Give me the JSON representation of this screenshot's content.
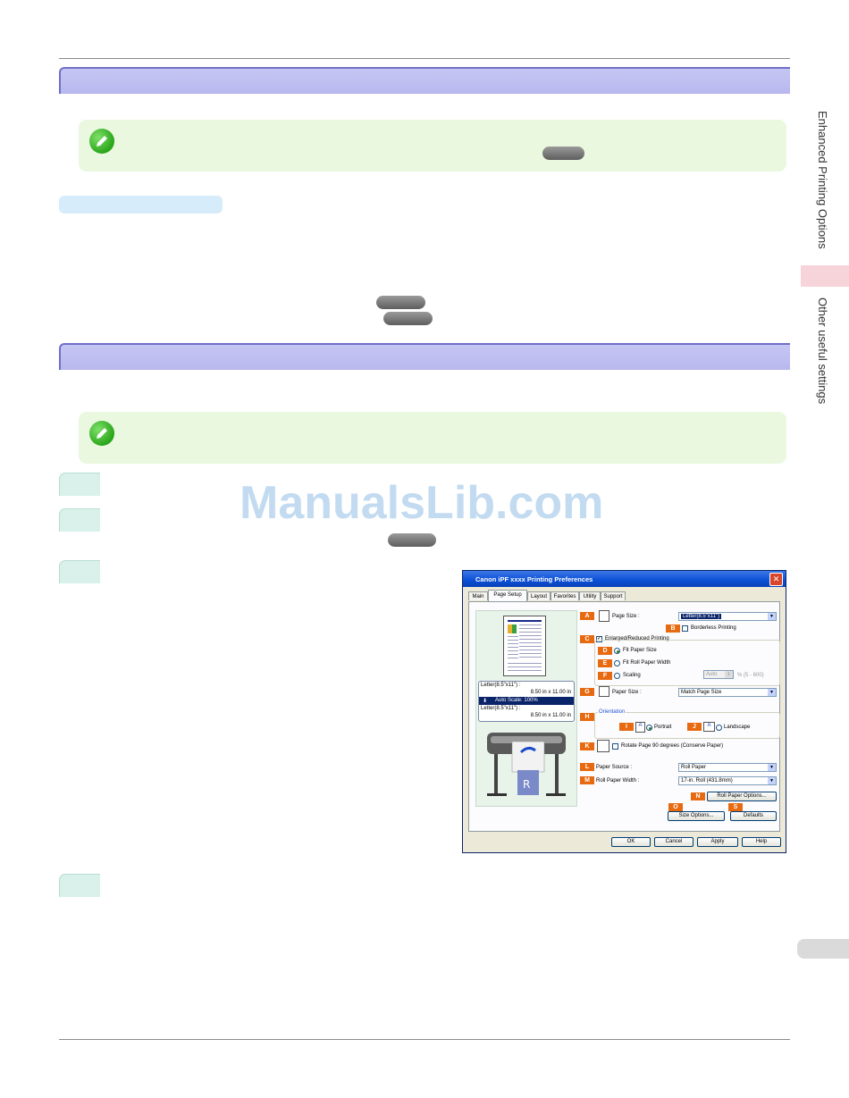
{
  "sidebar": {
    "tab1_label": "Enhanced Printing Options",
    "tab2_label": "Other useful settings"
  },
  "watermark": "ManualsLib.com",
  "dialog": {
    "title": "Canon iPF xxxx Printing Preferences",
    "tabs": [
      "Main",
      "Page Setup",
      "Layout",
      "Favorites",
      "Utility",
      "Support"
    ],
    "preview": {
      "size_line1": "Letter(8.5\"x11\") :",
      "size_line2": "8.50 in x 11.00 in",
      "auto_scale": "Auto Scale: 100%",
      "size_line3": "Letter(8.5\"x11\") :",
      "size_line4": "8.50 in x 11.00 in"
    },
    "page_size_label": "Page Size :",
    "page_size_value": "Letter(8.5\"x11\")",
    "borderless_label": "Borderless Printing",
    "enlarged_label": "Enlarged/Reduced Printing",
    "fit_paper_size_label": "Fit Paper Size",
    "fit_roll_width_label": "Fit Roll Paper Width",
    "scaling_label": "Scaling",
    "scaling_value": "Auto",
    "scaling_range": "% (5 - 600)",
    "paper_size_label": "Paper Size :",
    "paper_size_value": "Match Page Size",
    "orientation_label": "Orientation",
    "portrait_label": "Portrait",
    "landscape_label": "Landscape",
    "rotate_label": "Rotate Page 90 degrees (Conserve Paper)",
    "paper_source_label": "Paper Source :",
    "paper_source_value": "Roll Paper",
    "roll_width_label": "Roll Paper Width :",
    "roll_width_value": "17-in. Roll (431.8mm)",
    "roll_options_button": "Roll Paper Options...",
    "size_options_button": "Size Options...",
    "defaults_button": "Defaults",
    "ok_button": "OK",
    "cancel_button": "Cancel",
    "apply_button": "Apply",
    "help_button": "Help",
    "letters": {
      "A": "A",
      "B": "B",
      "C": "C",
      "D": "D",
      "E": "E",
      "F": "F",
      "G": "G",
      "H": "H",
      "I": "I",
      "J": "J",
      "K": "K",
      "L": "L",
      "M": "M",
      "N": "N",
      "O": "O",
      "S": "S"
    }
  }
}
